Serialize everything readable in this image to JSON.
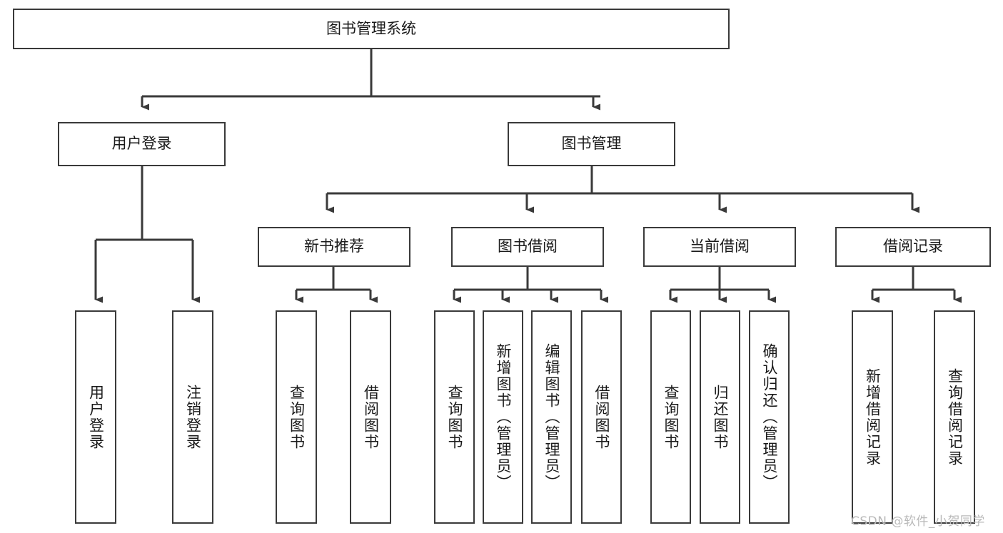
{
  "diagram": {
    "type": "tree",
    "title": "图书管理系统",
    "orientation": "top-down",
    "colors": {
      "box_border": "#3a3a3a",
      "box_fill": "#ffffff",
      "edge": "#3a3a3a",
      "text": "#1a1a1a",
      "watermark": "#b9b9b9",
      "background": "#ffffff"
    },
    "nodes": {
      "root": {
        "label": "图书管理系统",
        "level": 0
      },
      "l1": [
        {
          "id": "user_login",
          "label": "用户登录"
        },
        {
          "id": "book_manage",
          "label": "图书管理"
        }
      ],
      "l2": [
        {
          "id": "new_book_rec",
          "label": "新书推荐",
          "parent": "book_manage"
        },
        {
          "id": "book_borrow",
          "label": "图书借阅",
          "parent": "book_manage"
        },
        {
          "id": "current_borrow",
          "label": "当前借阅",
          "parent": "book_manage"
        },
        {
          "id": "borrow_record",
          "label": "借阅记录",
          "parent": "book_manage"
        }
      ],
      "leaves": [
        {
          "id": "leaf_user_login",
          "label": "用户登录",
          "parent": "user_login"
        },
        {
          "id": "leaf_logout",
          "label": "注销登录",
          "parent": "user_login"
        },
        {
          "id": "leaf_query_book_1",
          "label": "查询图书",
          "parent": "new_book_rec"
        },
        {
          "id": "leaf_borrow_book_1",
          "label": "借阅图书",
          "parent": "new_book_rec"
        },
        {
          "id": "leaf_query_book_2",
          "label": "查询图书",
          "parent": "book_borrow"
        },
        {
          "id": "leaf_add_book",
          "label": "新增图书（管理员）",
          "parent": "book_borrow"
        },
        {
          "id": "leaf_edit_book",
          "label": "编辑图书（管理员）",
          "parent": "book_borrow"
        },
        {
          "id": "leaf_borrow_book_2",
          "label": "借阅图书",
          "parent": "book_borrow"
        },
        {
          "id": "leaf_query_book_3",
          "label": "查询图书",
          "parent": "current_borrow"
        },
        {
          "id": "leaf_return_book",
          "label": "归还图书",
          "parent": "current_borrow"
        },
        {
          "id": "leaf_confirm_return",
          "label": "确认归还（管理员）",
          "parent": "current_borrow"
        },
        {
          "id": "leaf_add_record",
          "label": "新增借阅记录",
          "parent": "borrow_record"
        },
        {
          "id": "leaf_query_record",
          "label": "查询借阅记录",
          "parent": "borrow_record"
        }
      ]
    },
    "watermark": "CSDN @软件_小贺同学"
  }
}
